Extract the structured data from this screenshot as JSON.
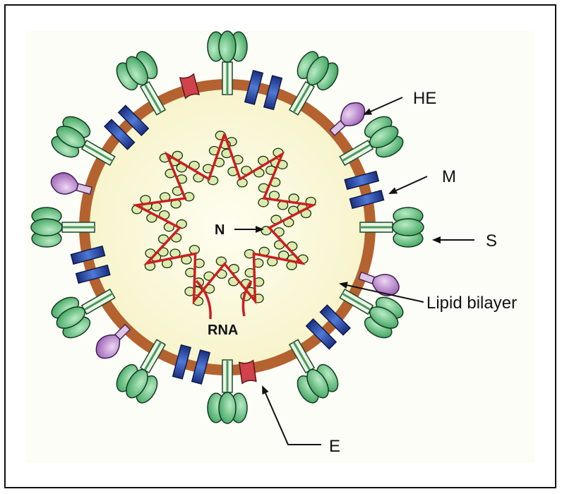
{
  "labels": {
    "he": "HE",
    "m": "M",
    "s": "S",
    "lipid": "Lipid bilayer",
    "e": "E",
    "n": "N",
    "rna": "RNA"
  },
  "colors": {
    "membrane": "#b4622f",
    "interior": "#fdfbe2",
    "spike_green": "#5cbf7a",
    "m_blue": "#2d4fa8",
    "he_purple": "#a96fc0",
    "e_red": "#d0434c",
    "rna_red": "#cc1f1f",
    "nucleocapsid": "#d9ecae"
  }
}
